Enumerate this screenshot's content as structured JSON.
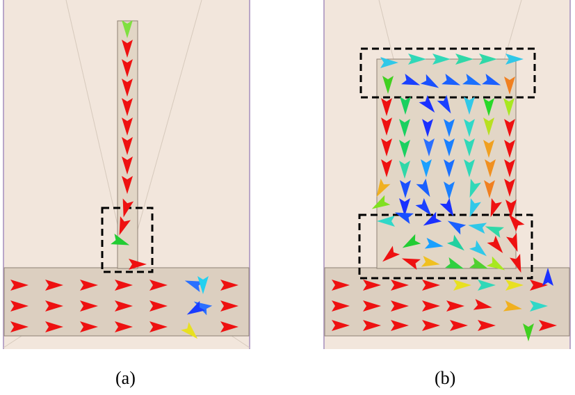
{
  "captions": {
    "a": "(a)",
    "b": "(b)"
  },
  "colors": {
    "background": "#f2e6dc",
    "substrate": "#dccfc0",
    "strip": "#e2d6c6",
    "edge": "#8d8073",
    "frame": "#b9a6c8",
    "dash_box": "#000000"
  },
  "icon_names": [
    "triangle-arrow-icon"
  ],
  "panels": [
    {
      "id": "a",
      "arrows": [
        [
          183,
          42,
          90,
          "#7fe040"
        ],
        [
          183,
          70,
          90,
          "#ee1111"
        ],
        [
          183,
          98,
          90,
          "#ee1111"
        ],
        [
          183,
          126,
          90,
          "#ee1111"
        ],
        [
          183,
          154,
          90,
          "#ee1111"
        ],
        [
          183,
          182,
          90,
          "#ee1111"
        ],
        [
          183,
          210,
          90,
          "#ee1111"
        ],
        [
          183,
          238,
          90,
          "#ee1111"
        ],
        [
          183,
          266,
          90,
          "#ee1111"
        ],
        [
          181,
          300,
          105,
          "#ee1111"
        ],
        [
          176,
          326,
          110,
          "#ee1111"
        ],
        [
          174,
          348,
          20,
          "#22cc33"
        ],
        [
          198,
          380,
          0,
          "#ee1111"
        ],
        [
          28,
          410,
          0,
          "#ee1111"
        ],
        [
          78,
          410,
          0,
          "#ee1111"
        ],
        [
          128,
          410,
          0,
          "#ee1111"
        ],
        [
          178,
          410,
          0,
          "#ee1111"
        ],
        [
          228,
          410,
          0,
          "#ee1111"
        ],
        [
          278,
          408,
          200,
          "#2a70ff"
        ],
        [
          292,
          410,
          90,
          "#22d0f0"
        ],
        [
          330,
          410,
          0,
          "#ee1111"
        ],
        [
          28,
          440,
          0,
          "#ee1111"
        ],
        [
          78,
          440,
          0,
          "#ee1111"
        ],
        [
          128,
          440,
          0,
          "#ee1111"
        ],
        [
          178,
          440,
          0,
          "#ee1111"
        ],
        [
          228,
          440,
          0,
          "#ee1111"
        ],
        [
          290,
          440,
          210,
          "#2a70ff"
        ],
        [
          280,
          446,
          150,
          "#1a3cff"
        ],
        [
          330,
          440,
          0,
          "#ee1111"
        ],
        [
          28,
          470,
          0,
          "#ee1111"
        ],
        [
          78,
          470,
          0,
          "#ee1111"
        ],
        [
          128,
          470,
          0,
          "#ee1111"
        ],
        [
          178,
          470,
          0,
          "#ee1111"
        ],
        [
          228,
          470,
          0,
          "#ee1111"
        ],
        [
          275,
          478,
          45,
          "#e8e020"
        ],
        [
          330,
          470,
          0,
          "#ee1111"
        ]
      ]
    },
    {
      "id": "b",
      "arrows": [
        [
          560,
          90,
          0,
          "#30c8e8"
        ],
        [
          600,
          85,
          0,
          "#30d8b8"
        ],
        [
          635,
          85,
          0,
          "#30d8b8"
        ],
        [
          668,
          85,
          0,
          "#30d8a8"
        ],
        [
          702,
          85,
          0,
          "#30d8a8"
        ],
        [
          740,
          85,
          0,
          "#30c8e8"
        ],
        [
          558,
          122,
          90,
          "#40d020"
        ],
        [
          592,
          118,
          20,
          "#1a40ff"
        ],
        [
          620,
          120,
          30,
          "#1a50ff"
        ],
        [
          650,
          118,
          20,
          "#1a60ff"
        ],
        [
          680,
          118,
          20,
          "#1a70ff"
        ],
        [
          708,
          118,
          20,
          "#1a60ff"
        ],
        [
          733,
          123,
          90,
          "#f08020"
        ],
        [
          556,
          154,
          90,
          "#ee1111"
        ],
        [
          583,
          152,
          90,
          "#1ad060"
        ],
        [
          617,
          152,
          50,
          "#1a30ff"
        ],
        [
          642,
          152,
          60,
          "#1a40ff"
        ],
        [
          675,
          152,
          90,
          "#30c8e8"
        ],
        [
          703,
          154,
          90,
          "#28d828"
        ],
        [
          732,
          154,
          90,
          "#a8e820"
        ],
        [
          556,
          182,
          90,
          "#ee1111"
        ],
        [
          582,
          184,
          90,
          "#1ad060"
        ],
        [
          615,
          184,
          90,
          "#1a30ff"
        ],
        [
          646,
          184,
          90,
          "#1a80ff"
        ],
        [
          675,
          184,
          90,
          "#30d8c8"
        ],
        [
          703,
          182,
          90,
          "#b8e020"
        ],
        [
          733,
          184,
          90,
          "#ee1111"
        ],
        [
          556,
          212,
          90,
          "#ee1111"
        ],
        [
          582,
          214,
          90,
          "#1ad060"
        ],
        [
          617,
          212,
          90,
          "#2a70ff"
        ],
        [
          646,
          212,
          90,
          "#1a80ff"
        ],
        [
          675,
          212,
          90,
          "#30d8b8"
        ],
        [
          703,
          214,
          90,
          "#f0a020"
        ],
        [
          733,
          214,
          90,
          "#ee1111"
        ],
        [
          556,
          242,
          90,
          "#ee1111"
        ],
        [
          582,
          244,
          90,
          "#30d8a8"
        ],
        [
          613,
          242,
          90,
          "#1aa0ff"
        ],
        [
          646,
          242,
          90,
          "#1a70ff"
        ],
        [
          675,
          242,
          90,
          "#30d8b8"
        ],
        [
          705,
          242,
          90,
          "#f09020"
        ],
        [
          733,
          242,
          90,
          "#ee1111"
        ],
        [
          548,
          272,
          120,
          "#f0b020"
        ],
        [
          583,
          272,
          90,
          "#1a50ff"
        ],
        [
          612,
          272,
          60,
          "#1a60ff"
        ],
        [
          646,
          274,
          90,
          "#1a80ff"
        ],
        [
          680,
          272,
          110,
          "#30d8b8"
        ],
        [
          704,
          272,
          90,
          "#f08020"
        ],
        [
          733,
          270,
          90,
          "#ee1111"
        ],
        [
          546,
          294,
          150,
          "#80e020"
        ],
        [
          582,
          298,
          90,
          "#1a30ff"
        ],
        [
          612,
          300,
          50,
          "#1a40ff"
        ],
        [
          646,
          300,
          60,
          "#1a30ff"
        ],
        [
          680,
          300,
          110,
          "#30c8e8"
        ],
        [
          710,
          300,
          110,
          "#ee1111"
        ],
        [
          735,
          300,
          90,
          "#ee1111"
        ],
        [
          555,
          318,
          180,
          "#30d8c8"
        ],
        [
          580,
          310,
          200,
          "#1a50ff"
        ],
        [
          620,
          318,
          150,
          "#1a30ff"
        ],
        [
          655,
          324,
          210,
          "#1a60ff"
        ],
        [
          686,
          326,
          190,
          "#30c8e8"
        ],
        [
          710,
          330,
          200,
          "#30d8a8"
        ],
        [
          740,
          318,
          230,
          "#ee1111"
        ],
        [
          560,
          368,
          140,
          "#ee1111"
        ],
        [
          590,
          350,
          150,
          "#22cc33"
        ],
        [
          625,
          352,
          10,
          "#1aa0ff"
        ],
        [
          658,
          352,
          40,
          "#22d0a0"
        ],
        [
          690,
          360,
          40,
          "#30c8e8"
        ],
        [
          715,
          354,
          50,
          "#ee1111"
        ],
        [
          740,
          350,
          70,
          "#ee1111"
        ],
        [
          590,
          376,
          200,
          "#ee1111"
        ],
        [
          620,
          378,
          10,
          "#f0c020"
        ],
        [
          655,
          382,
          20,
          "#30d040"
        ],
        [
          690,
          382,
          20,
          "#50d030"
        ],
        [
          715,
          382,
          30,
          "#a8e820"
        ],
        [
          745,
          380,
          70,
          "#ee1111"
        ],
        [
          490,
          410,
          0,
          "#ee1111"
        ],
        [
          535,
          410,
          0,
          "#ee1111"
        ],
        [
          575,
          410,
          0,
          "#ee1111"
        ],
        [
          620,
          410,
          0,
          "#ee1111"
        ],
        [
          665,
          410,
          0,
          "#e8e020"
        ],
        [
          700,
          410,
          0,
          "#30d8b8"
        ],
        [
          740,
          410,
          0,
          "#e8e020"
        ],
        [
          775,
          410,
          0,
          "#ee1111"
        ],
        [
          788,
          398,
          270,
          "#1a30ff"
        ],
        [
          490,
          440,
          0,
          "#ee1111"
        ],
        [
          535,
          440,
          0,
          "#ee1111"
        ],
        [
          575,
          440,
          0,
          "#ee1111"
        ],
        [
          620,
          440,
          0,
          "#ee1111"
        ],
        [
          655,
          440,
          0,
          "#ee1111"
        ],
        [
          695,
          440,
          10,
          "#ee1111"
        ],
        [
          738,
          442,
          10,
          "#f0b020"
        ],
        [
          775,
          440,
          0,
          "#30d8c8"
        ],
        [
          490,
          468,
          0,
          "#ee1111"
        ],
        [
          535,
          468,
          0,
          "#ee1111"
        ],
        [
          575,
          468,
          0,
          "#ee1111"
        ],
        [
          620,
          468,
          0,
          "#ee1111"
        ],
        [
          660,
          468,
          0,
          "#ee1111"
        ],
        [
          700,
          468,
          0,
          "#ee1111"
        ],
        [
          760,
          478,
          90,
          "#40d020"
        ],
        [
          788,
          468,
          0,
          "#ee1111"
        ]
      ]
    }
  ]
}
